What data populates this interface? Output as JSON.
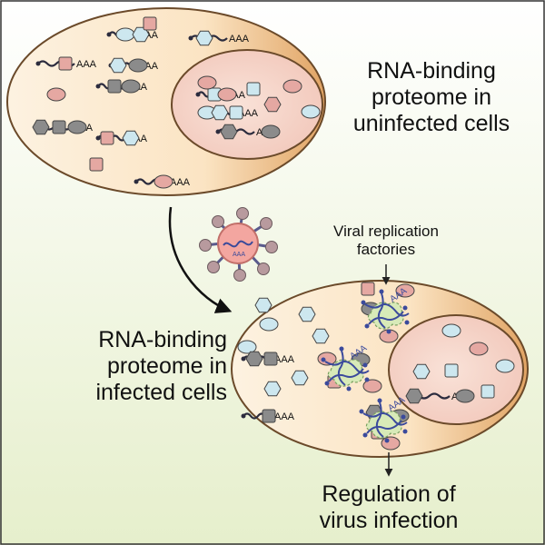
{
  "labels": {
    "uninfected": [
      "RNA-binding",
      "proteome in",
      "uninfected cells"
    ],
    "infected": [
      "RNA-binding",
      "proteome in",
      "infected cells"
    ],
    "factories": [
      "Viral replication",
      "factories"
    ],
    "regulation": [
      "Regulation of",
      "virus infection"
    ],
    "polyA": "AAA"
  },
  "colors": {
    "background": "#eef3dc",
    "cytoplasm": "#fbe3bf",
    "cytoplasm_edge": "#e0a869",
    "cell_border": "#6b4a2a",
    "nucleus": "#f6d4c8",
    "protein_pink": "#e5a8a2",
    "protein_blue": "#cde7ef",
    "protein_gray": "#8b8b8b",
    "virus": "#f3a6a0",
    "virus_spike": "#5a5a8c",
    "factory": "#d8eab8",
    "rna": "#2c2c3e"
  }
}
